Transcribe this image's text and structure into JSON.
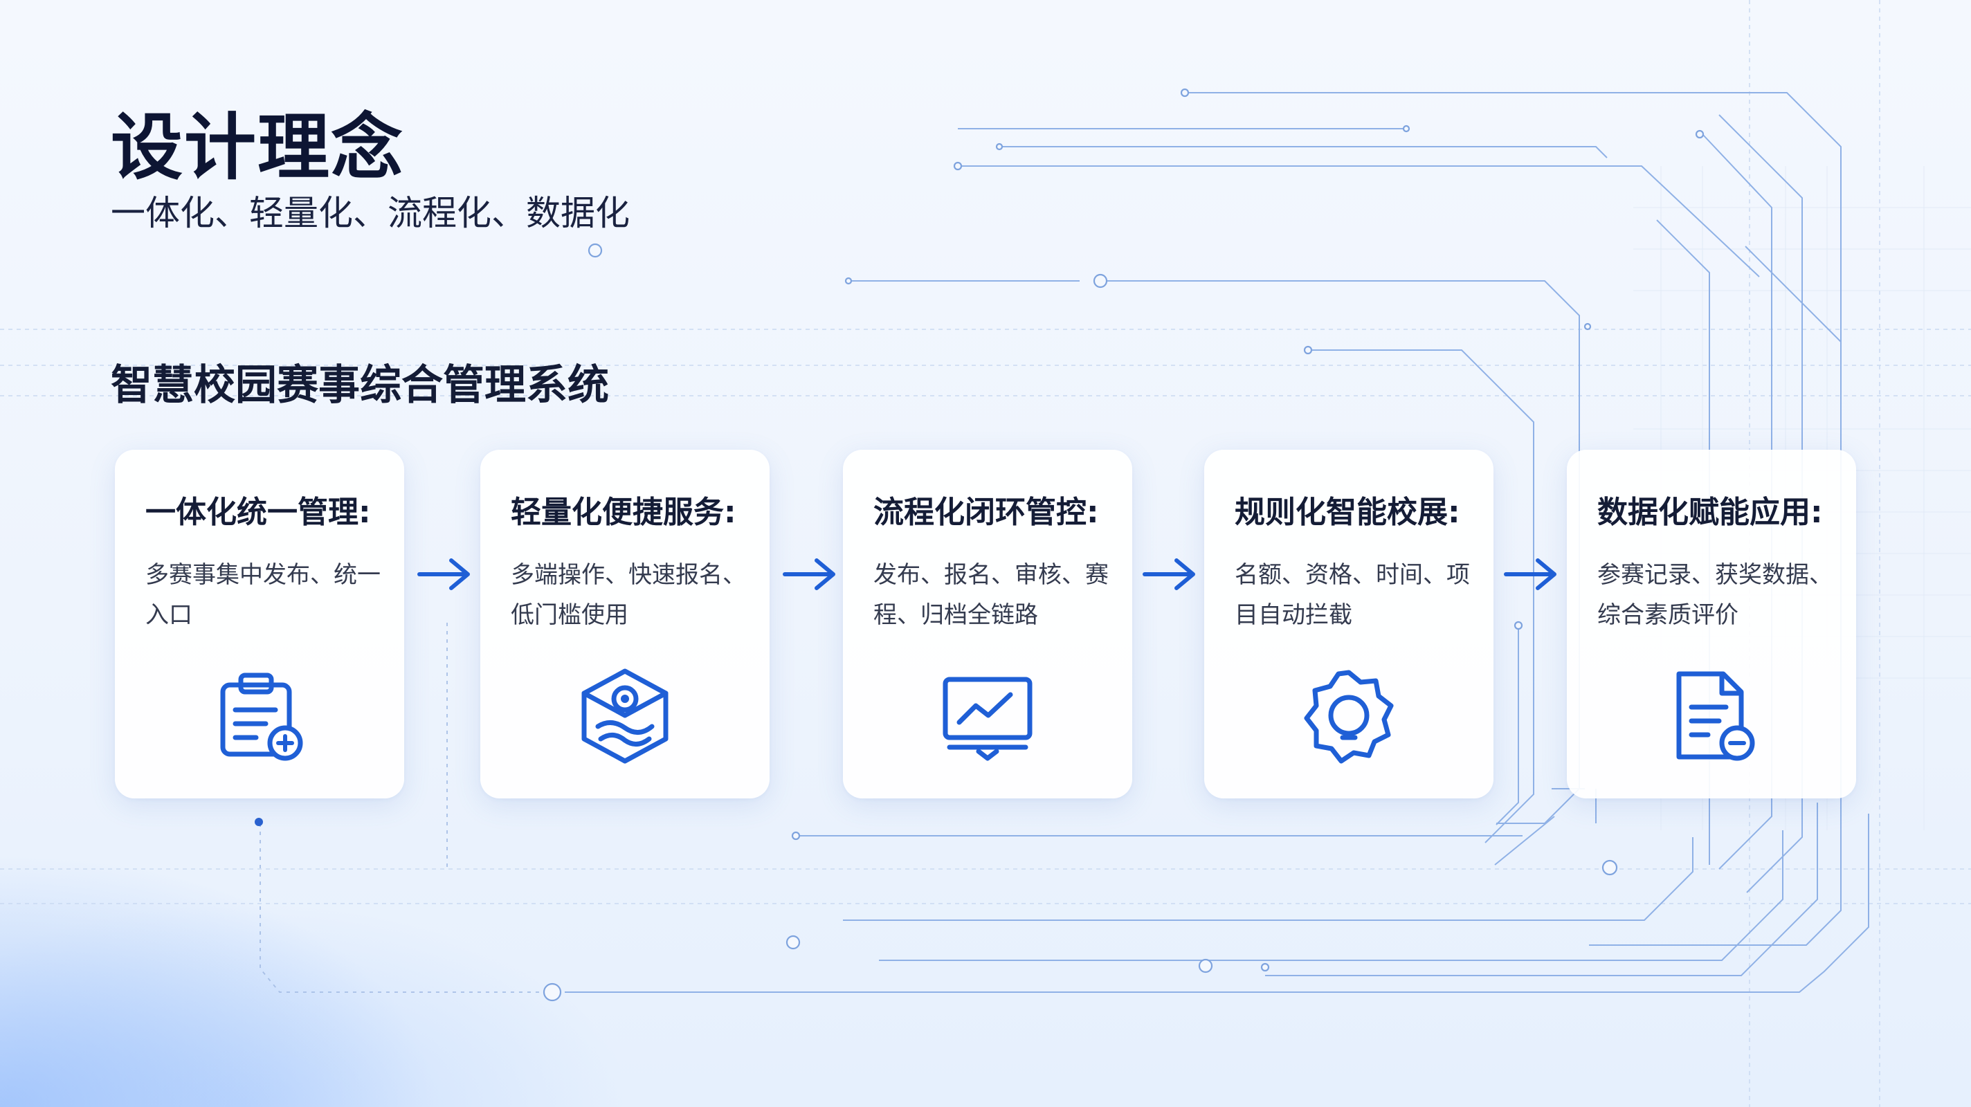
{
  "header": {
    "title": "设计理念",
    "subtitle": "一体化、轻量化、流程化、数据化"
  },
  "system_name": "智慧校园赛事综合管理系统",
  "cards": [
    {
      "title": "一体化统一管理:",
      "desc": "多赛事集中发布、统一入口",
      "icon": "clipboard-add-icon"
    },
    {
      "title": "轻量化便捷服务:",
      "desc": "多端操作、快速报名、低门槛使用",
      "icon": "hexagon-user-icon"
    },
    {
      "title": "流程化闭环管控:",
      "desc": "发布、报名、审核、赛程、归档全链路",
      "icon": "monitor-chart-icon"
    },
    {
      "title": "规则化智能校展:",
      "desc": "名额、资格、时间、项目自动拦截",
      "icon": "gear-badge-icon"
    },
    {
      "title": "数据化赋能应用:",
      "desc": "参赛记录、获奖数据、综合素质评价",
      "icon": "document-minus-icon"
    }
  ],
  "colors": {
    "accent": "#1f5fd6",
    "title_text": "#0d1533",
    "line": "#8fb1e6"
  }
}
